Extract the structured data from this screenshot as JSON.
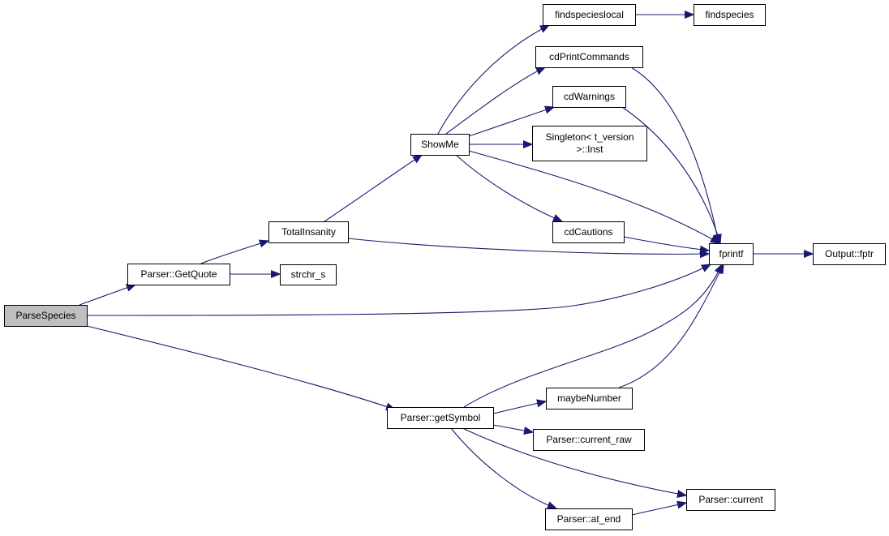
{
  "graph": {
    "edge_color": "#191970",
    "root_fill": "#bfbfbf",
    "nodes": [
      {
        "id": "ParseSpecies",
        "lines": [
          "ParseSpecies"
        ],
        "root": true,
        "icon": "class-member-node"
      },
      {
        "id": "Parser::GetQuote",
        "lines": [
          "Parser::GetQuote"
        ],
        "icon": "class-member-node"
      },
      {
        "id": "TotalInsanity",
        "lines": [
          "TotalInsanity"
        ],
        "icon": "class-member-node"
      },
      {
        "id": "strchr_s",
        "lines": [
          "strchr_s"
        ],
        "icon": "class-member-node"
      },
      {
        "id": "ShowMe",
        "lines": [
          "ShowMe"
        ],
        "icon": "class-member-node"
      },
      {
        "id": "findspecieslocal",
        "lines": [
          "findspecieslocal"
        ],
        "icon": "class-member-node"
      },
      {
        "id": "findspecies",
        "lines": [
          "findspecies"
        ],
        "icon": "class-member-node"
      },
      {
        "id": "cdPrintCommands",
        "lines": [
          "cdPrintCommands"
        ],
        "icon": "class-member-node"
      },
      {
        "id": "cdWarnings",
        "lines": [
          "cdWarnings"
        ],
        "icon": "class-member-node"
      },
      {
        "id": "Singleton< t_version >::Inst",
        "lines": [
          "Singleton< t_version",
          ">::Inst"
        ],
        "icon": "class-member-node"
      },
      {
        "id": "cdCautions",
        "lines": [
          "cdCautions"
        ],
        "icon": "class-member-node"
      },
      {
        "id": "fprintf",
        "lines": [
          "fprintf"
        ],
        "icon": "class-member-node"
      },
      {
        "id": "Output::fptr",
        "lines": [
          "Output::fptr"
        ],
        "icon": "class-member-node"
      },
      {
        "id": "Parser::getSymbol",
        "lines": [
          "Parser::getSymbol"
        ],
        "icon": "class-member-node"
      },
      {
        "id": "maybeNumber",
        "lines": [
          "maybeNumber"
        ],
        "icon": "class-member-node"
      },
      {
        "id": "Parser::current_raw",
        "lines": [
          "Parser::current_raw"
        ],
        "icon": "class-member-node"
      },
      {
        "id": "Parser::at_end",
        "lines": [
          "Parser::at_end"
        ],
        "icon": "class-member-node"
      },
      {
        "id": "Parser::current",
        "lines": [
          "Parser::current"
        ],
        "icon": "class-member-node"
      }
    ],
    "edges": [
      {
        "from": "ParseSpecies",
        "to": "Parser::GetQuote"
      },
      {
        "from": "ParseSpecies",
        "to": "fprintf"
      },
      {
        "from": "ParseSpecies",
        "to": "Parser::getSymbol"
      },
      {
        "from": "Parser::GetQuote",
        "to": "TotalInsanity"
      },
      {
        "from": "Parser::GetQuote",
        "to": "strchr_s"
      },
      {
        "from": "TotalInsanity",
        "to": "ShowMe"
      },
      {
        "from": "TotalInsanity",
        "to": "fprintf"
      },
      {
        "from": "ShowMe",
        "to": "findspecieslocal"
      },
      {
        "from": "ShowMe",
        "to": "cdPrintCommands"
      },
      {
        "from": "ShowMe",
        "to": "cdWarnings"
      },
      {
        "from": "ShowMe",
        "to": "Singleton< t_version >::Inst"
      },
      {
        "from": "ShowMe",
        "to": "cdCautions"
      },
      {
        "from": "ShowMe",
        "to": "fprintf"
      },
      {
        "from": "findspecieslocal",
        "to": "findspecies"
      },
      {
        "from": "cdPrintCommands",
        "to": "fprintf"
      },
      {
        "from": "cdWarnings",
        "to": "fprintf"
      },
      {
        "from": "cdCautions",
        "to": "fprintf"
      },
      {
        "from": "fprintf",
        "to": "Output::fptr"
      },
      {
        "from": "Parser::getSymbol",
        "to": "fprintf"
      },
      {
        "from": "Parser::getSymbol",
        "to": "maybeNumber"
      },
      {
        "from": "Parser::getSymbol",
        "to": "Parser::current_raw"
      },
      {
        "from": "Parser::getSymbol",
        "to": "Parser::current"
      },
      {
        "from": "Parser::getSymbol",
        "to": "Parser::at_end"
      },
      {
        "from": "maybeNumber",
        "to": "fprintf"
      },
      {
        "from": "Parser::at_end",
        "to": "Parser::current"
      }
    ]
  }
}
